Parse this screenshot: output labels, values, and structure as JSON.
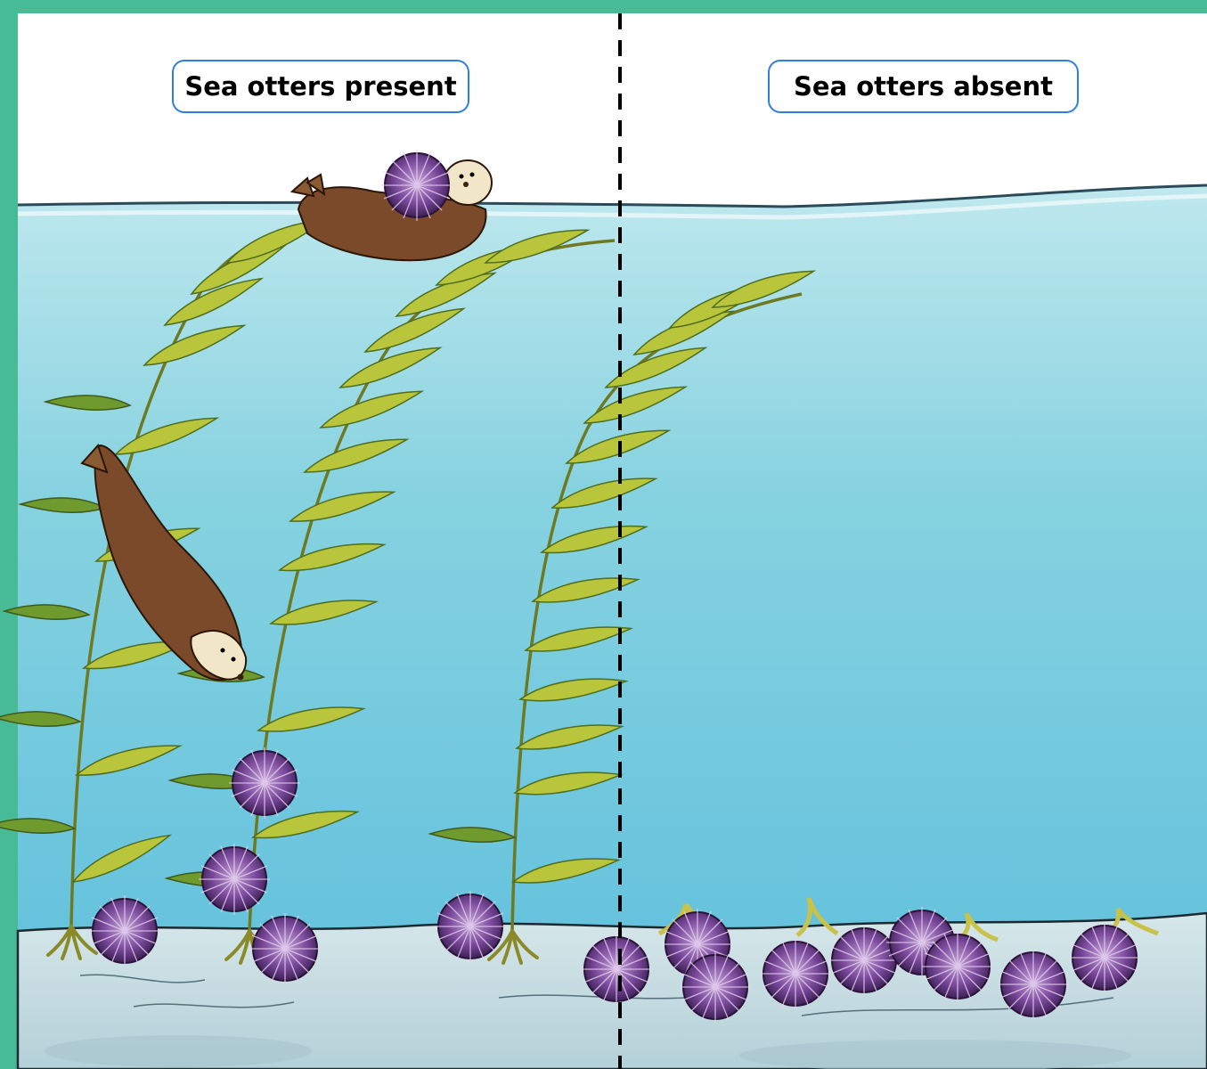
{
  "labels": {
    "left": "Sea otters present",
    "right": "Sea otters absent"
  },
  "colors": {
    "frame": "#46bb95",
    "sky": "#ffffff",
    "water_top": "#c5eaf0",
    "water_bottom": "#5fc3df",
    "seafloor": "#c9dde3",
    "kelp": "#b7c23a",
    "kelp_dark": "#5f8a2c",
    "otter": "#7a4a2a",
    "urchin": "#6b3d8c",
    "label_border": "#2f7fe0",
    "divider": "#000000"
  },
  "icons": [
    "sea-otter",
    "kelp",
    "sea-urchin"
  ]
}
